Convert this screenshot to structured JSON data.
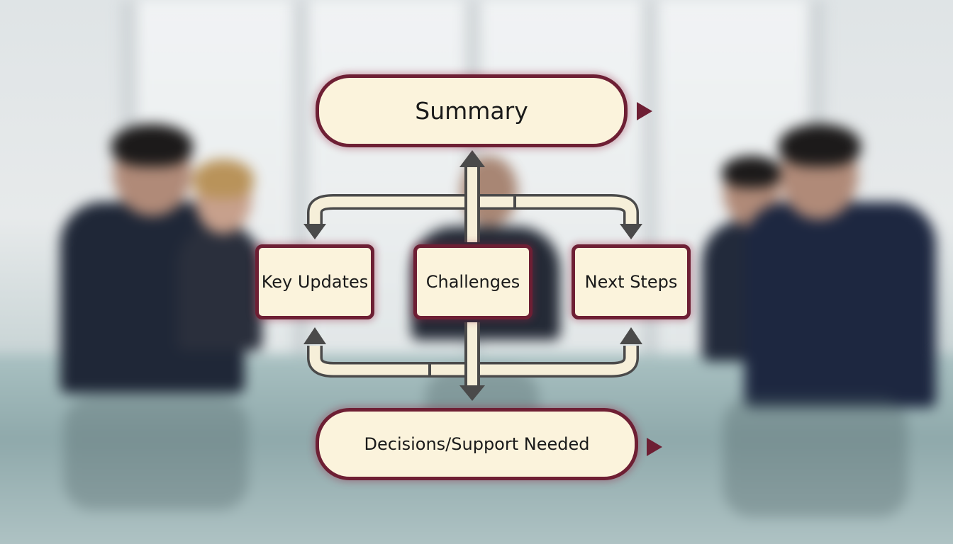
{
  "diagram": {
    "nodes": {
      "summary": "Summary",
      "key_updates": "Key Updates",
      "challenges": "Challenges",
      "next_steps": "Next Steps",
      "decisions": "Decisions/Support Needed"
    }
  },
  "colors": {
    "node_fill": "#fbf3dc",
    "node_border": "#6e1f34",
    "connector_fill": "#f6efd9",
    "connector_stroke": "#4a4a4a",
    "arrow_head": "#4a4a4a",
    "side_marker": "#6e1f34"
  }
}
